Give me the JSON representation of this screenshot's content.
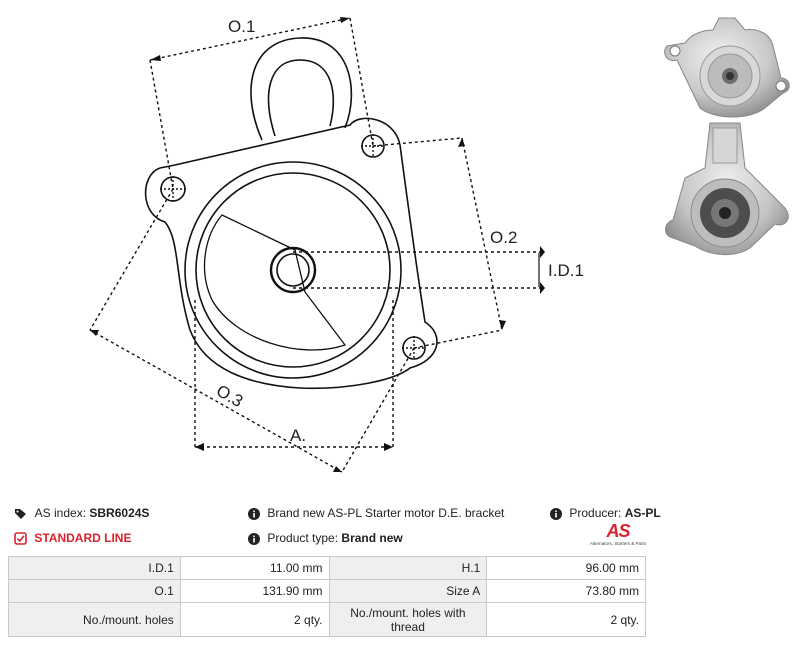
{
  "drawing_labels": {
    "o1": "O.1",
    "o2": "O.2",
    "o3": "O.3",
    "id1": "I.D.1",
    "a": "A."
  },
  "product": {
    "index_label": "AS index:",
    "index_value": "SBR6024S",
    "line": "STANDARD LINE",
    "description": "Brand new AS-PL Starter motor D.E. bracket",
    "type_label": "Product type:",
    "type_value": "Brand new",
    "producer_label": "Producer:",
    "producer_value": "AS-PL",
    "logo_text": "AS",
    "logo_subtext": "Alternators, Starters & Parts"
  },
  "specs": [
    {
      "l1": "I.D.1",
      "v1": "11.00 mm",
      "l2": "H.1",
      "v2": "96.00 mm"
    },
    {
      "l1": "O.1",
      "v1": "131.90 mm",
      "l2": "Size A",
      "v2": "73.80 mm"
    },
    {
      "l1": "No./mount. holes",
      "v1": "2 qty.",
      "l2": "No./mount. holes with thread",
      "v2": "2 qty."
    }
  ],
  "colors": {
    "accent": "#d9232d",
    "label_bg": "#efefef",
    "border": "#c9c9c9"
  },
  "icons": [
    "tags-icon",
    "check-square-icon",
    "info-circle-icon"
  ]
}
